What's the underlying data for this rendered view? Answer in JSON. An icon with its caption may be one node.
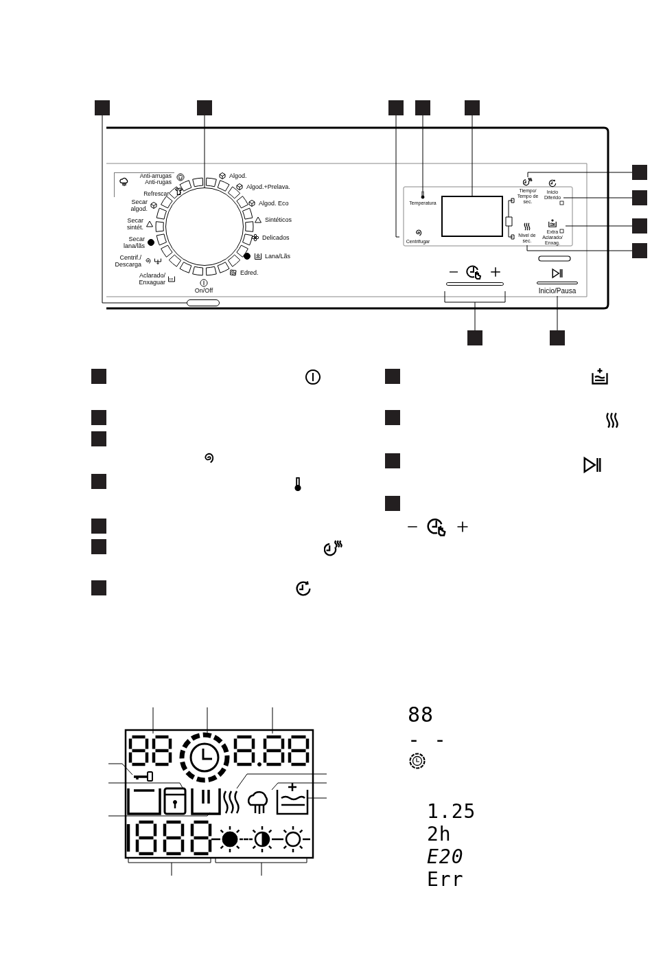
{
  "diagram": {
    "nodes": [
      {
        "text": [],
        "shape": "box"
      },
      {
        "text": [],
        "shape": "box"
      },
      {
        "text": [],
        "shape": "box"
      },
      {
        "text": [],
        "shape": "box"
      },
      {
        "text": [],
        "shape": "box"
      },
      {
        "text": [],
        "shape": "box"
      },
      {
        "text": [],
        "shape": "box"
      },
      {
        "text": [],
        "shape": "box"
      },
      {
        "text": [],
        "shape": "box"
      },
      {
        "text": [],
        "shape": "box"
      },
      {
        "text": [],
        "shape": "box"
      },
      {
        "text": [
          "Anti-arrugas Anti-rugas",
          "Refrescar"
        ]
      },
      {
        "text": [],
        "shape": "circle"
      },
      {
        "text": [],
        "shape": "bar"
      },
      {
        "text": [
          "Temperatura"
        ]
      },
      {
        "text": [
          "Centrifugar"
        ]
      },
      {
        "text": [],
        "shape": "box"
      },
      {
        "text": [
          "Tiempo/ Tempo de sec."
        ]
      },
      {
        "text": [
          "Inicio Diferido"
        ]
      },
      {
        "text": [
          "Nivel de sec."
        ]
      },
      {
        "text": [
          "Extra Aclarado/ Enxag."
        ]
      },
      {
        "text": [],
        "shape": "box"
      },
      {
        "text": [
          "Inicio/Pausa"
        ]
      },
      {
        "text": [],
        "shape": "box"
      },
      {
        "text": [],
        "shape": "box"
      },
      {
        "text": [],
        "shape": "box"
      },
      {
        "text": [],
        "shape": "box"
      },
      {
        "text": [],
        "shape": "box"
      },
      {
        "text": [],
        "shape": "box"
      },
      {
        "text": [],
        "shape": "box"
      },
      {
        "text": [],
        "shape": "box"
      },
      {
        "text": [],
        "shape": "box"
      },
      {
        "text": [],
        "shape": "box"
      },
      {
        "text": [],
        "shape": "box"
      }
    ],
    "edges": [
      {
        "from": 0,
        "to": 13,
        "arrow": "none"
      },
      {
        "from": 1,
        "to": 12,
        "arrow": "none"
      },
      {
        "from": 2,
        "to": 15,
        "arrow": "none"
      },
      {
        "from": 3,
        "to": 14,
        "arrow": "none"
      },
      {
        "from": 4,
        "to": 16,
        "arrow": "none"
      },
      {
        "from": 5,
        "to": 17,
        "arrow": "none"
      },
      {
        "from": 6,
        "to": 18,
        "arrow": "none"
      },
      {
        "from": 7,
        "to": 20,
        "arrow": "none"
      },
      {
        "from": 8,
        "to": 19,
        "arrow": "none"
      },
      {
        "from": 9,
        "to": 21,
        "arrow": "none"
      },
      {
        "from": 10,
        "to": 22,
        "arrow": "none"
      }
    ],
    "labels": [
      "Secar algod.",
      "Secar sintét.",
      "Secar lana/lãs",
      "Centrif./ Descarga",
      "Aclarado/ Enxaguar",
      "On/Off",
      "Algod.",
      "Algod.+Prelava.",
      "Algod. Eco",
      "Sintéticos",
      "Delicados",
      "Lana/Lãs",
      "Edred.",
      "88",
      "- -",
      "1.25",
      "2h",
      "E20",
      "Err"
    ]
  }
}
